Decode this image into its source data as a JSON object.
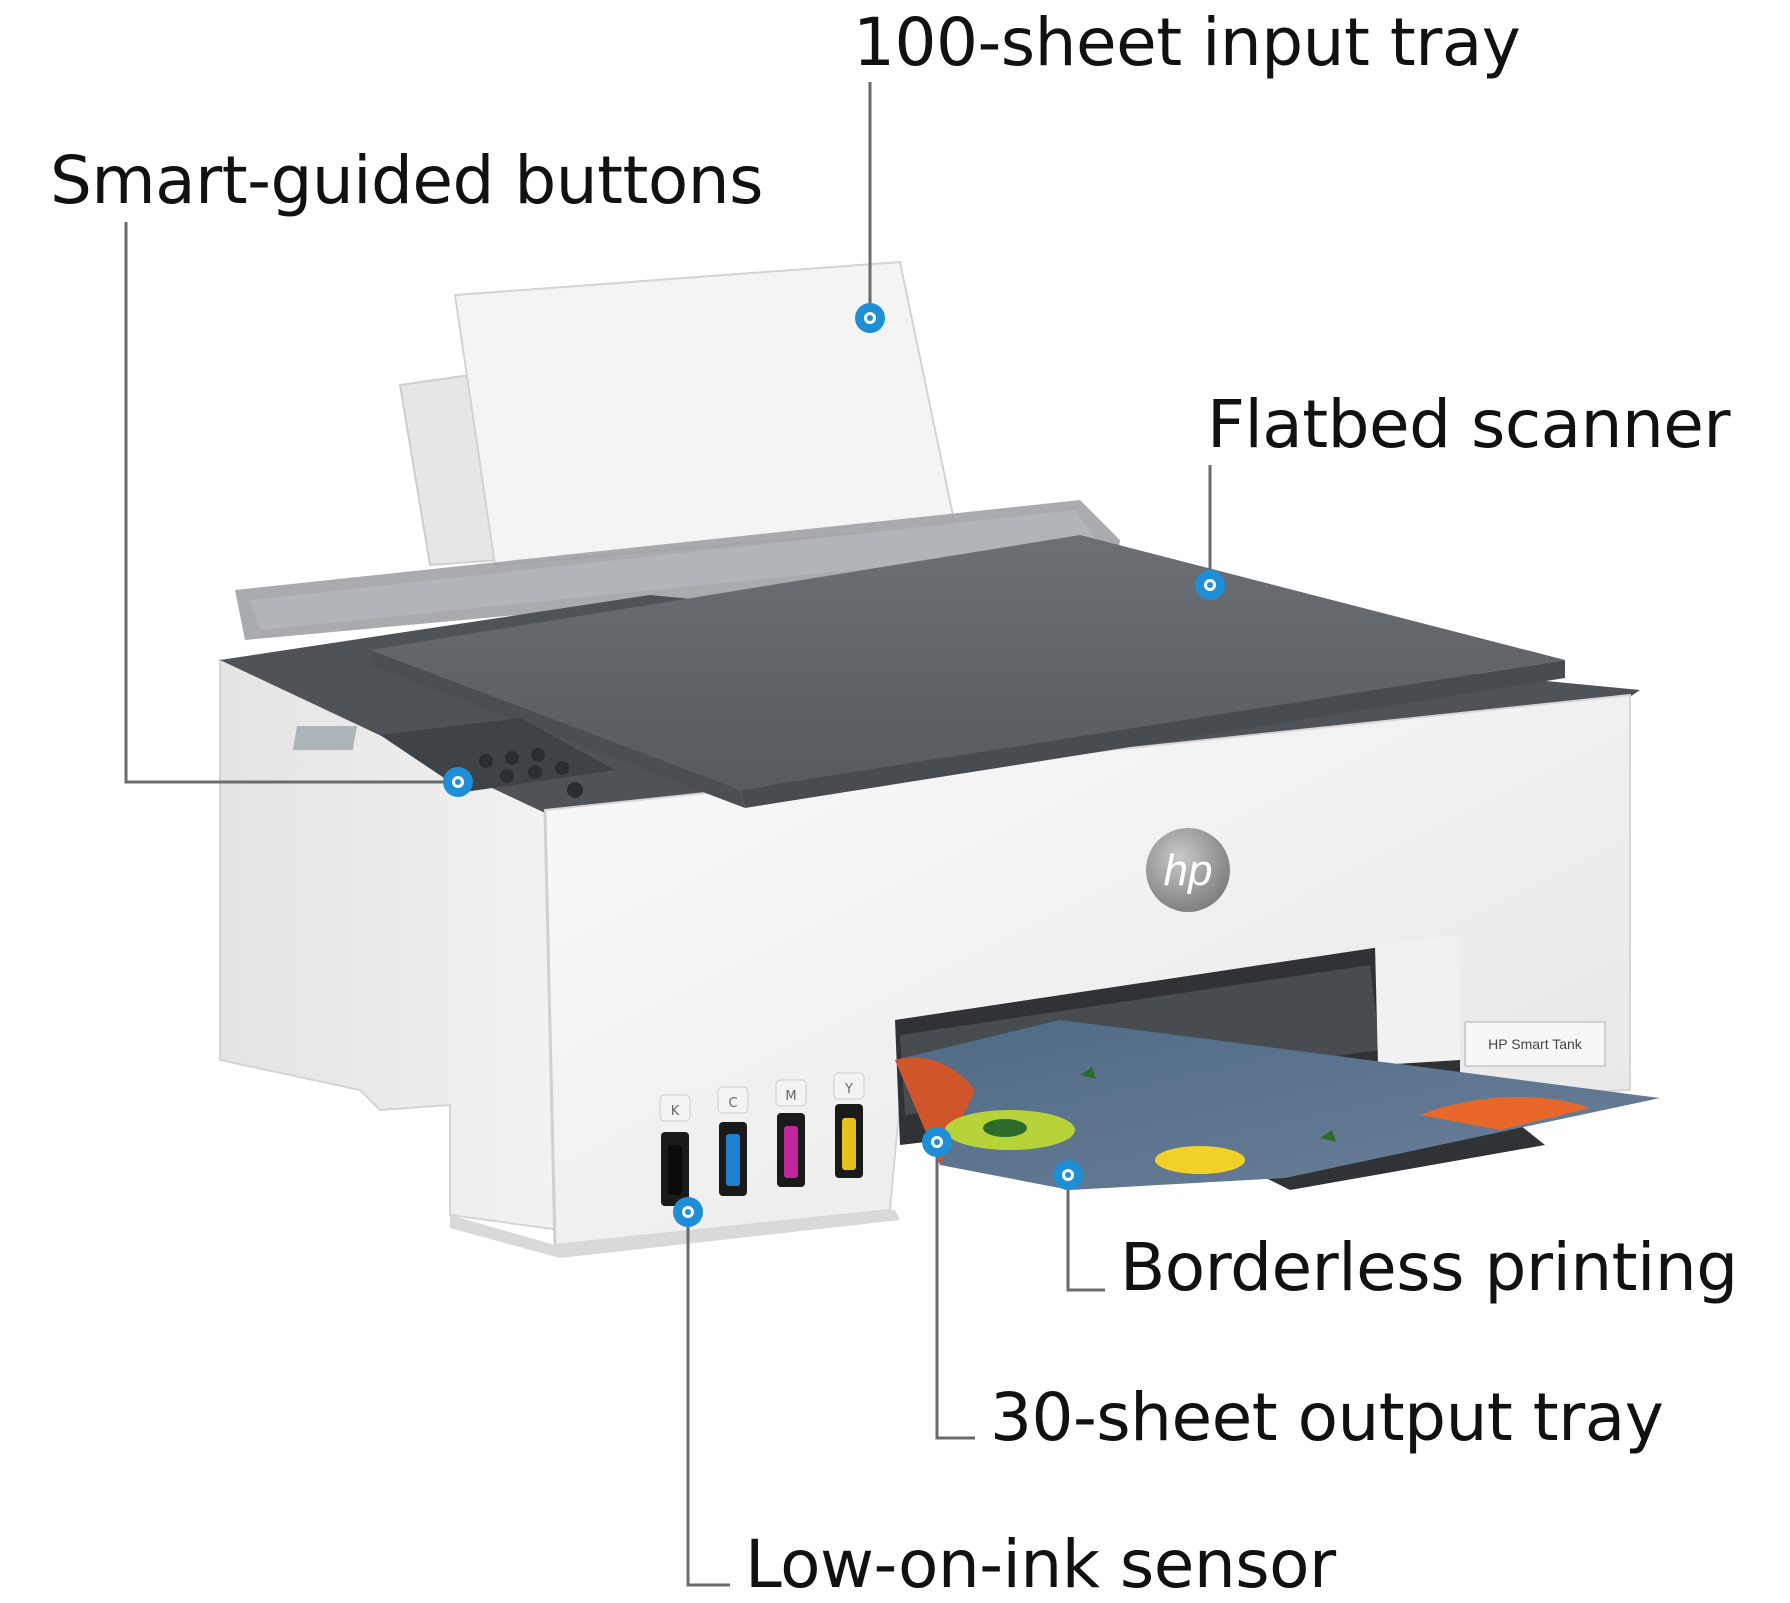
{
  "callouts": {
    "input_tray": "100-sheet input tray",
    "buttons": "Smart-guided buttons",
    "scanner": "Flatbed scanner",
    "borderless": "Borderless printing",
    "output_tray": "30-sheet output tray",
    "ink_sensor": "Low-on-ink sensor"
  },
  "printer": {
    "logo": "hp",
    "model_label": "HP Smart Tank",
    "tank_labels": [
      "K",
      "C",
      "M",
      "Y"
    ]
  },
  "colors": {
    "callout_dot": "#1e8fd6",
    "leader_line": "#6b6b6b",
    "lid": "#5e6367",
    "body": "#eeeeee",
    "ink_black": "#1a1a1a",
    "ink_cyan": "#1f7fd0",
    "ink_magenta": "#c0279e",
    "ink_yellow": "#e7c21c"
  }
}
